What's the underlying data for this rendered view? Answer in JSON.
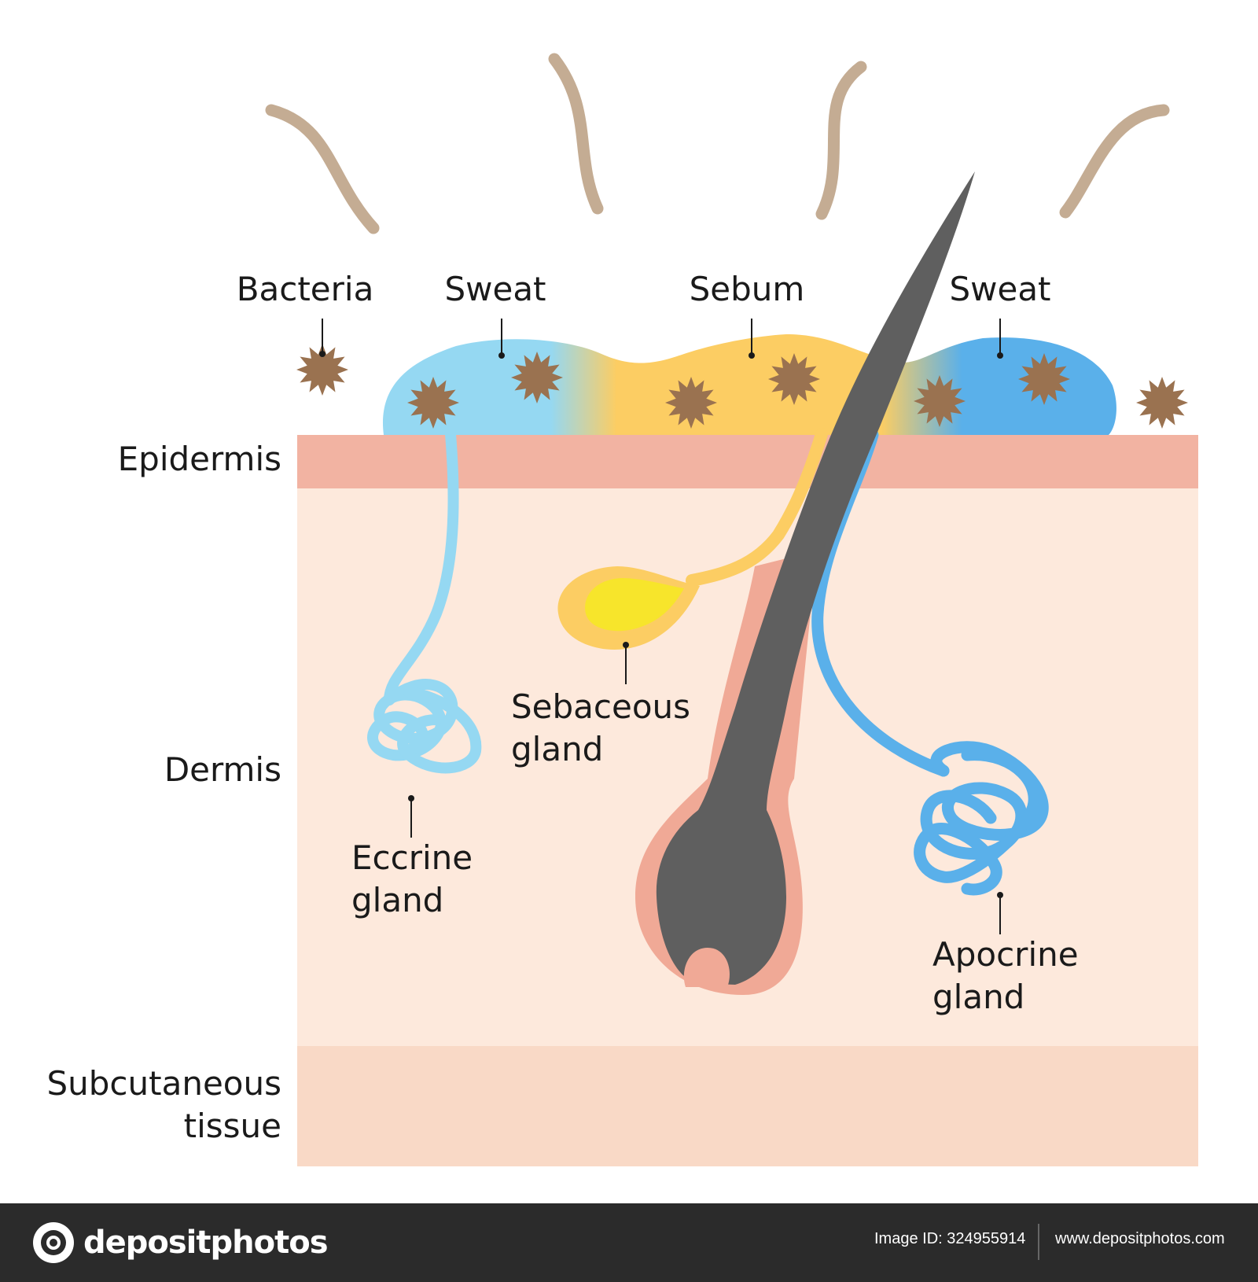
{
  "labels": {
    "bacteria": "Bacteria",
    "sweat_left": "Sweat",
    "sebum": "Sebum",
    "sweat_right": "Sweat",
    "epidermis": "Epidermis",
    "dermis": "Dermis",
    "subcutaneous_1": "Subcutaneous",
    "subcutaneous_2": "tissue",
    "sebaceous_1": "Sebaceous",
    "sebaceous_2": "gland",
    "eccrine_1": "Eccrine",
    "eccrine_2": "gland",
    "apocrine_1": "Apocrine",
    "apocrine_2": "gland"
  },
  "footer": {
    "brand": "depositphotos",
    "image_id": "Image ID: 324955914",
    "site": "www.depositphotos.com"
  },
  "colors": {
    "epidermis": "#f2b3a2",
    "dermis": "#fde9dc",
    "subcutaneous": "#f9d9c6",
    "sweat_light": "#95d8f2",
    "sweat_dark": "#5ab0ea",
    "sebum": "#fccd63",
    "sebaceous_core": "#f7e52b",
    "hair": "#5f5f5f",
    "follicle": "#f0a996",
    "bacteria": "#9a7250",
    "odor": "#c4ac93",
    "footer": "#2b2b2b"
  }
}
